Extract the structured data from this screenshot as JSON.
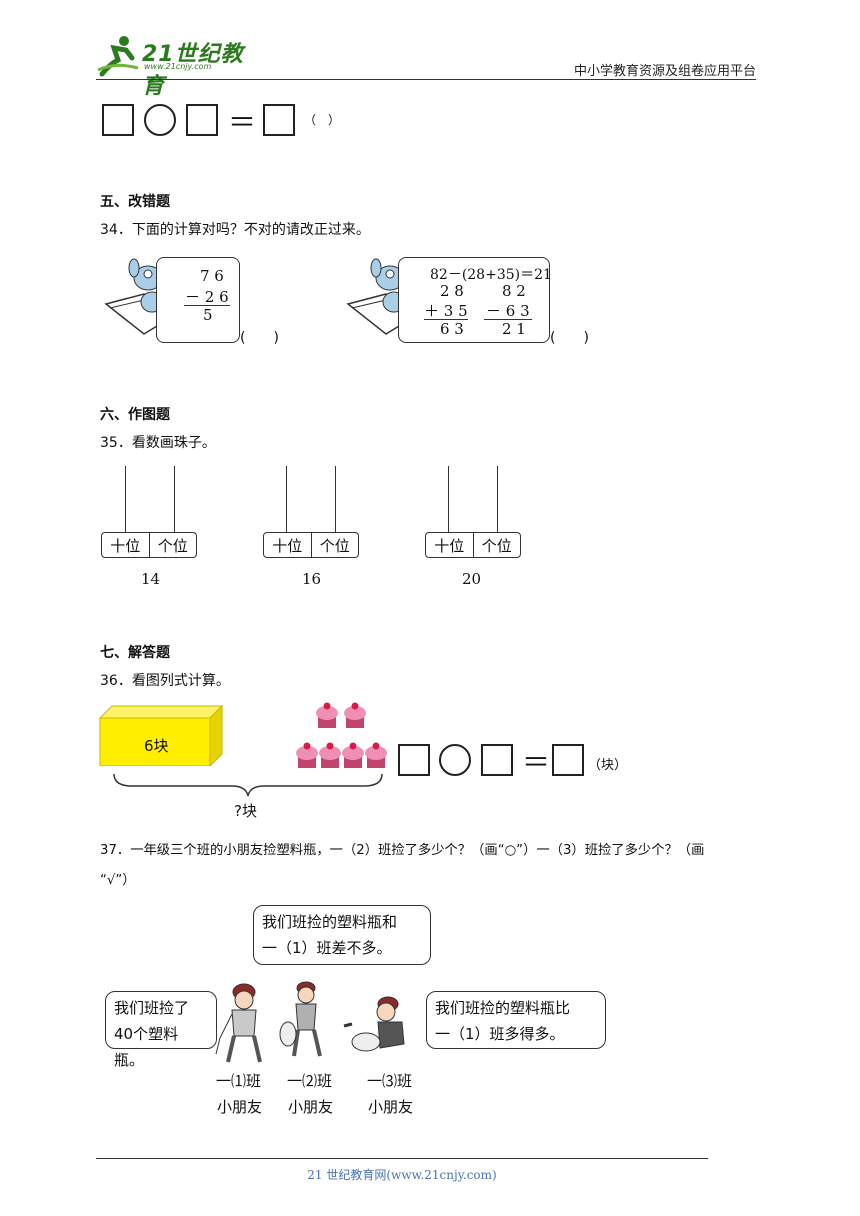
{
  "header": {
    "logo_text": "21世纪教育",
    "logo_url": "www.21cnjy.com",
    "platform": "中小学教育资源及组卷应用平台"
  },
  "top_equation": {
    "equals": "＝",
    "paren": "（　）"
  },
  "section5": {
    "title": "五、改错题",
    "q34": "34．下面的计算对吗？不对的请改正过来。",
    "calc1": {
      "top": "7 6",
      "op": "－ 2 6",
      "result": "5"
    },
    "calc2": {
      "line": "82－(28+35)＝21",
      "a_top": "2 8",
      "a_op": "＋ 3 5",
      "a_res": "6 3",
      "b_top": "8 2",
      "b_op": "－ 6 3",
      "b_res": "2 1"
    },
    "paren": "(　　)"
  },
  "section6": {
    "title": "六、作图题",
    "q35": "35．看数画珠子。",
    "tens": "十位",
    "ones": "个位",
    "numbers": [
      "14",
      "16",
      "20"
    ]
  },
  "section7": {
    "title": "七、解答题",
    "q36": "36．看图列式计算。",
    "block_label": "6块",
    "total_label": "?块",
    "unit": "（块）",
    "equals": "＝",
    "q37_line1": "37．一年级三个班的小朋友捡塑料瓶，一（2）班捡了多少个？（画“○”）一（3）班捡了多少个？（画",
    "q37_line2": "“√”）",
    "bubble_top": [
      "我们班捡的塑料瓶和",
      "一（1）班差不多。"
    ],
    "bubble_left": [
      "我们班捡了",
      "40个塑料瓶。"
    ],
    "bubble_right": [
      "我们班捡的塑料瓶比",
      "一（1）班多得多。"
    ],
    "classes": [
      {
        "name": "一⑴班",
        "sub": "小朋友"
      },
      {
        "name": "一⑵班",
        "sub": "小朋友"
      },
      {
        "name": "一⑶班",
        "sub": "小朋友"
      }
    ]
  },
  "footer": {
    "text": "21 世纪教育网(www.21cnjy.com)"
  },
  "colors": {
    "cake_frosting": "#e86a9a",
    "cake_cup": "#c0446e",
    "block": "#ffee00",
    "footer": "#4a73b8"
  }
}
